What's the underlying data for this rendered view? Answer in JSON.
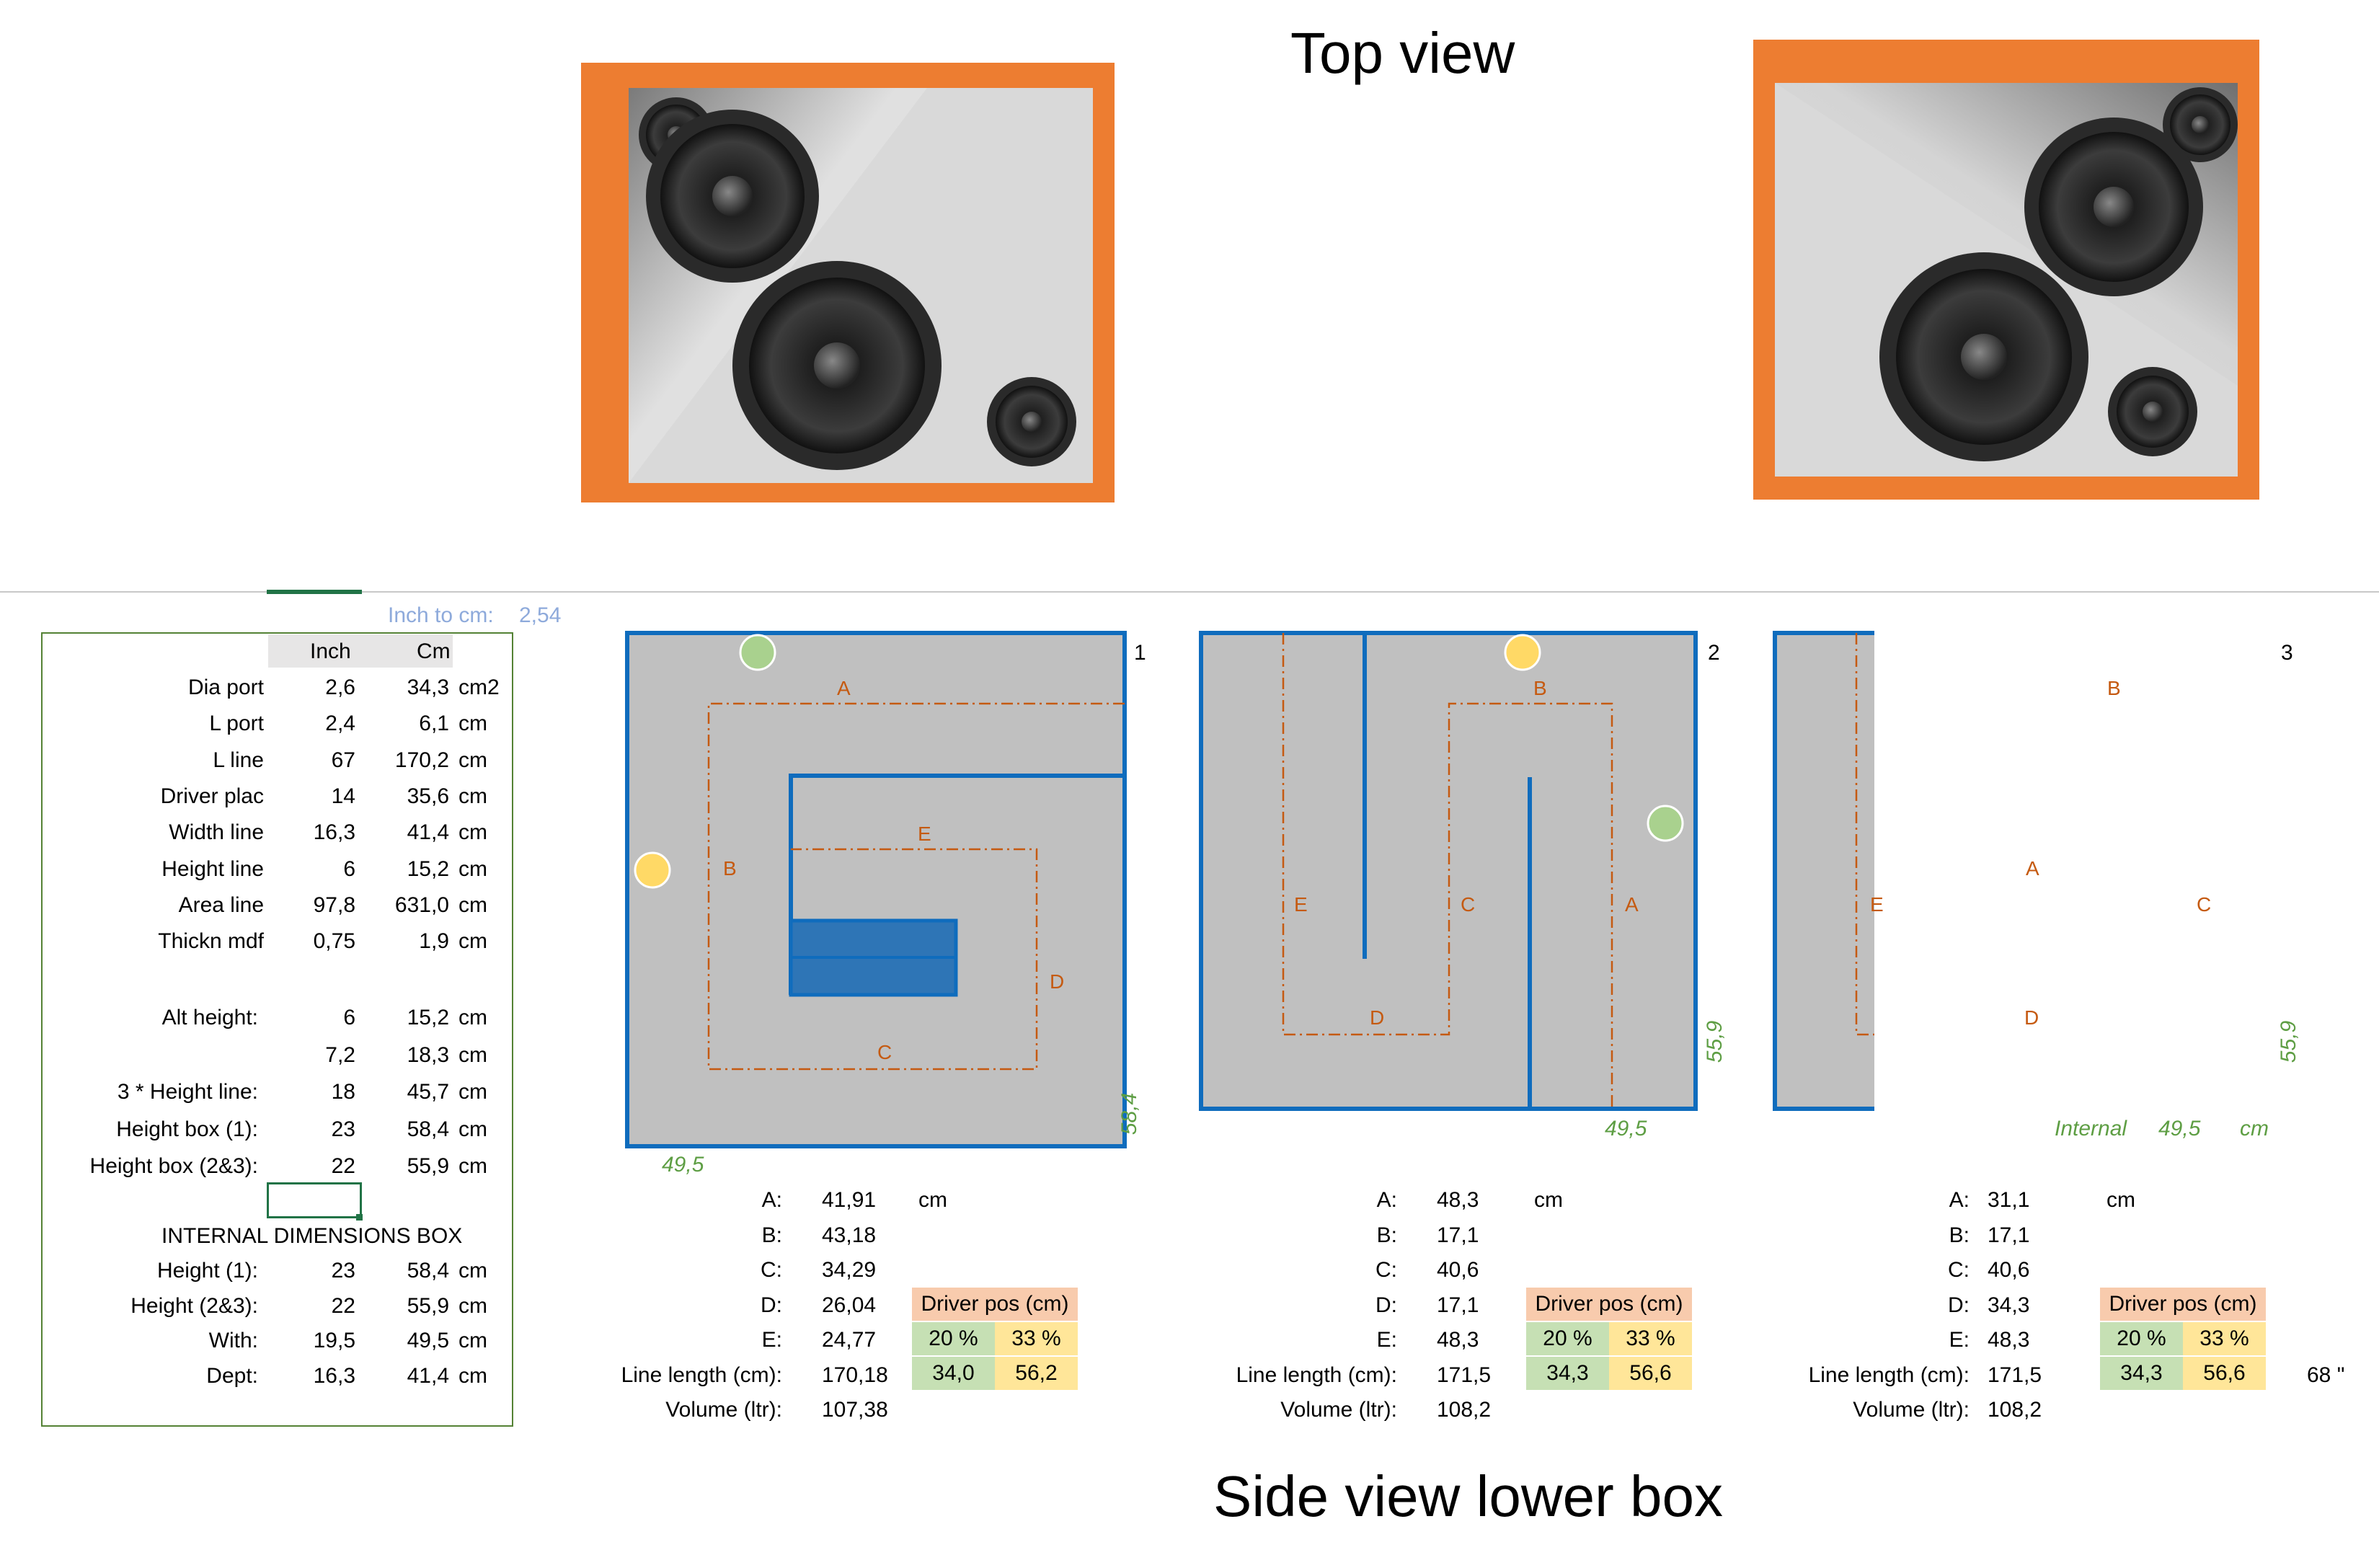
{
  "titles": {
    "top_view": "Top view",
    "side_view": "Side view lower box"
  },
  "conversion": {
    "label": "Inch to cm:",
    "value": "2,54"
  },
  "params": {
    "header_inch": "Inch",
    "header_cm": "Cm",
    "rows": [
      {
        "label": "Dia port",
        "inch": "2,6",
        "cm": "34,3",
        "unit": "cm2"
      },
      {
        "label": "L port",
        "inch": "2,4",
        "cm": "6,1",
        "unit": "cm"
      },
      {
        "label": "L line",
        "inch": "67",
        "cm": "170,2",
        "unit": "cm"
      },
      {
        "label": "Driver plac",
        "inch": "14",
        "cm": "35,6",
        "unit": "cm"
      },
      {
        "label": "Width line",
        "inch": "16,3",
        "cm": "41,4",
        "unit": "cm"
      },
      {
        "label": "Height line",
        "inch": "6",
        "cm": "15,2",
        "unit": "cm"
      },
      {
        "label": "Area line",
        "inch": "97,8",
        "cm": "631,0",
        "unit": "cm"
      },
      {
        "label": "Thickn mdf",
        "inch": "0,75",
        "cm": "1,9",
        "unit": "cm"
      }
    ],
    "rows2": [
      {
        "label": "Alt height:",
        "inch": "6",
        "cm": "15,2",
        "unit": "cm"
      },
      {
        "label": "",
        "inch": "7,2",
        "cm": "18,3",
        "unit": "cm"
      },
      {
        "label": "3 * Height line:",
        "inch": "18",
        "cm": "45,7",
        "unit": "cm"
      },
      {
        "label": "Height box (1):",
        "inch": "23",
        "cm": "58,4",
        "unit": "cm"
      },
      {
        "label": "Height box (2&3):",
        "inch": "22",
        "cm": "55,9",
        "unit": "cm"
      }
    ],
    "internal_title": "INTERNAL DIMENSIONS BOX",
    "internal_rows": [
      {
        "label": "Height (1):",
        "inch": "23",
        "cm": "58,4",
        "unit": "cm"
      },
      {
        "label": "Height (2&3):",
        "inch": "22",
        "cm": "55,9",
        "unit": "cm"
      },
      {
        "label": "With:",
        "inch": "19,5",
        "cm": "49,5",
        "unit": "cm"
      },
      {
        "label": "Dept:",
        "inch": "16,3",
        "cm": "41,4",
        "unit": "cm"
      }
    ]
  },
  "boxes": [
    {
      "number": "1",
      "width_label": "49,5",
      "height_label": "58,4",
      "seg_labels": [
        "A",
        "B",
        "C",
        "D",
        "E"
      ],
      "results": [
        {
          "label": "A:",
          "value": "41,91",
          "unit": "cm"
        },
        {
          "label": "B:",
          "value": "43,18",
          "unit": ""
        },
        {
          "label": "C:",
          "value": "34,29",
          "unit": ""
        },
        {
          "label": "D:",
          "value": "26,04",
          "unit": ""
        },
        {
          "label": "E:",
          "value": "24,77",
          "unit": ""
        },
        {
          "label": "Line length (cm):",
          "value": "170,18",
          "unit": ""
        },
        {
          "label": "Volume (ltr):",
          "value": "107,38",
          "unit": ""
        }
      ],
      "driver_pos": {
        "title": "Driver pos (cm)",
        "p1": "20 %",
        "p2": "33 %",
        "v1": "34,0",
        "v2": "56,2"
      }
    },
    {
      "number": "2",
      "width_label": "49,5",
      "height_label": "55,9",
      "seg_labels": [
        "A",
        "B",
        "C",
        "D",
        "E"
      ],
      "results": [
        {
          "label": "A:",
          "value": "48,3",
          "unit": "cm"
        },
        {
          "label": "B:",
          "value": "17,1",
          "unit": ""
        },
        {
          "label": "C:",
          "value": "40,6",
          "unit": ""
        },
        {
          "label": "D:",
          "value": "17,1",
          "unit": ""
        },
        {
          "label": "E:",
          "value": "48,3",
          "unit": ""
        },
        {
          "label": "Line length (cm):",
          "value": "171,5",
          "unit": ""
        },
        {
          "label": "Volume (ltr):",
          "value": "108,2",
          "unit": ""
        }
      ],
      "driver_pos": {
        "title": "Driver pos (cm)",
        "p1": "20 %",
        "p2": "33 %",
        "v1": "34,3",
        "v2": "56,6"
      }
    },
    {
      "number": "3",
      "width_label": "49,5",
      "height_label": "55,9",
      "internal_label": "Internal",
      "width_unit": "cm",
      "seg_labels": [
        "A",
        "B",
        "C",
        "D",
        "E"
      ],
      "results": [
        {
          "label": "A:",
          "value": "31,1",
          "unit": "cm"
        },
        {
          "label": "B:",
          "value": "17,1",
          "unit": ""
        },
        {
          "label": "C:",
          "value": "40,6",
          "unit": ""
        },
        {
          "label": "D:",
          "value": "34,3",
          "unit": ""
        },
        {
          "label": "E:",
          "value": "48,3",
          "unit": ""
        },
        {
          "label": "Line length (cm):",
          "value": "171,5",
          "unit": ""
        },
        {
          "label": "Volume (ltr):",
          "value": "108,2",
          "unit": ""
        }
      ],
      "driver_pos": {
        "title": "Driver pos (cm)",
        "p1": "20 %",
        "p2": "33 %",
        "v1": "34,3",
        "v2": "56,6"
      },
      "extra": "68 \""
    }
  ],
  "colors": {
    "orange": "#ed7d31",
    "blue": "#0f6cbd",
    "gray_box": "#c0c0c0",
    "dash": "#c55a11",
    "green_dot": "#a9d18e",
    "yellow_dot": "#ffd966",
    "green_cell": "#c6e0b4",
    "yellow_cell": "#ffe699",
    "peach_cell": "#f8cbad"
  }
}
